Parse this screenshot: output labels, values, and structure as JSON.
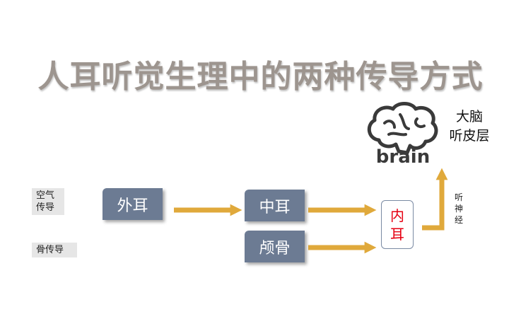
{
  "title": "人耳听觉生理中的两种传导方式",
  "side_labels": {
    "air": [
      "空气",
      "传导"
    ],
    "bone": "骨传导"
  },
  "nodes": {
    "outer_ear": "外耳",
    "middle_ear": "中耳",
    "skull": "颅骨",
    "inner_ear": [
      "内",
      "耳"
    ]
  },
  "cortex": [
    "大脑",
    "听皮层"
  ],
  "nerve": [
    "听",
    "神",
    "经"
  ],
  "brain_word": "brain",
  "colors": {
    "title": "#9d958f",
    "box": "#6c7b93",
    "arrow": "#e0a93b",
    "inner_ear_text": "#e60012"
  }
}
